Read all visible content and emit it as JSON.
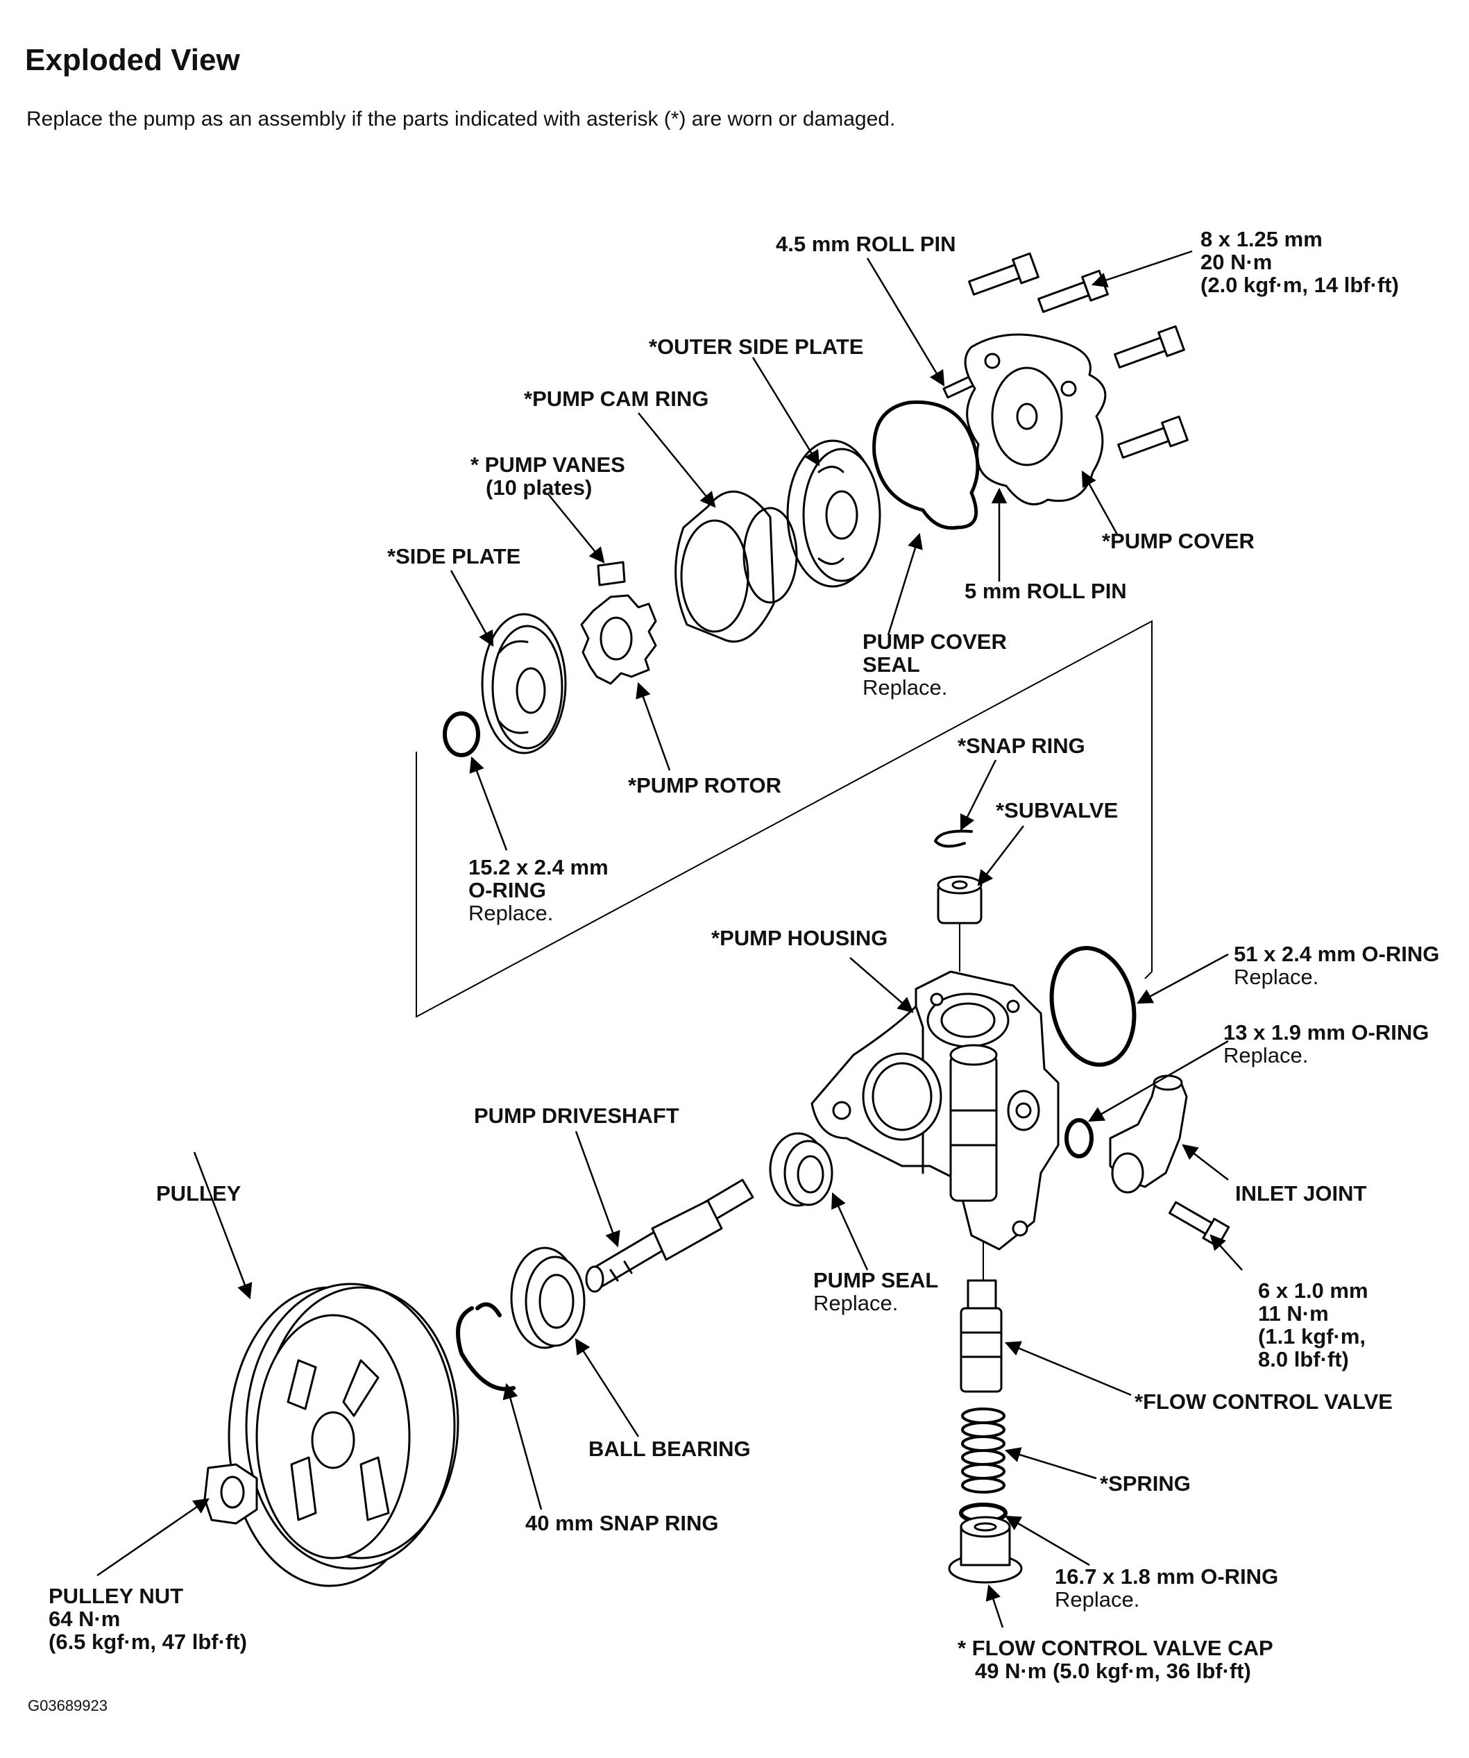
{
  "header": {
    "title": "Exploded View",
    "subtitle": "Replace the pump as an assembly if the parts indicated with asterisk (*) are worn or damaged."
  },
  "labels": {
    "roll_pin_45": "4.5 mm ROLL PIN",
    "bolt_8x125": {
      "l1": "8 x 1.25 mm",
      "l2": "20 N·m",
      "l3": "(2.0 kgf·m, 14 lbf·ft)"
    },
    "outer_side_plate": "*OUTER SIDE PLATE",
    "pump_cam_ring": "*PUMP CAM RING",
    "pump_vanes": {
      "l1": "* PUMP VANES",
      "l2": "(10 plates)"
    },
    "side_plate": "*SIDE PLATE",
    "pump_cover": "*PUMP COVER",
    "roll_pin_5": "5 mm ROLL PIN",
    "pump_cover_seal": {
      "l1": "PUMP COVER",
      "l2": "SEAL",
      "l3": "Replace."
    },
    "pump_rotor": "*PUMP ROTOR",
    "snap_ring": "*SNAP RING",
    "subvalve": "*SUBVALVE",
    "o_ring_152": {
      "l1": "15.2 x 2.4 mm",
      "l2": "O-RING",
      "l3": "Replace."
    },
    "pump_housing": "*PUMP HOUSING",
    "o_ring_51": {
      "l1": "51 x 2.4 mm O-RING",
      "l2": "Replace."
    },
    "o_ring_13": {
      "l1": "13 x 1.9 mm O-RING",
      "l2": "Replace."
    },
    "pump_driveshaft": "PUMP DRIVESHAFT",
    "pulley": "PULLEY",
    "inlet_joint": "INLET JOINT",
    "pump_seal": {
      "l1": "PUMP SEAL",
      "l2": "Replace."
    },
    "bolt_6x10": {
      "l1": "6 x 1.0 mm",
      "l2": "11 N·m",
      "l3": "(1.1 kgf·m,",
      "l4": "8.0 lbf·ft)"
    },
    "flow_control_valve": "*FLOW CONTROL VALVE",
    "ball_bearing": "BALL BEARING",
    "spring": "*SPRING",
    "snap_ring_40": "40 mm SNAP RING",
    "o_ring_167": {
      "l1": "16.7 x 1.8 mm O-RING",
      "l2": "Replace."
    },
    "pulley_nut": {
      "l1": "PULLEY NUT",
      "l2": "64 N·m",
      "l3": "(6.5 kgf·m, 47 lbf·ft)"
    },
    "flow_control_valve_cap": {
      "l1": "* FLOW CONTROL VALVE CAP",
      "l2": "49 N·m (5.0 kgf·m, 36 lbf·ft)"
    }
  },
  "footer": {
    "drawing_code": "G03689923"
  }
}
